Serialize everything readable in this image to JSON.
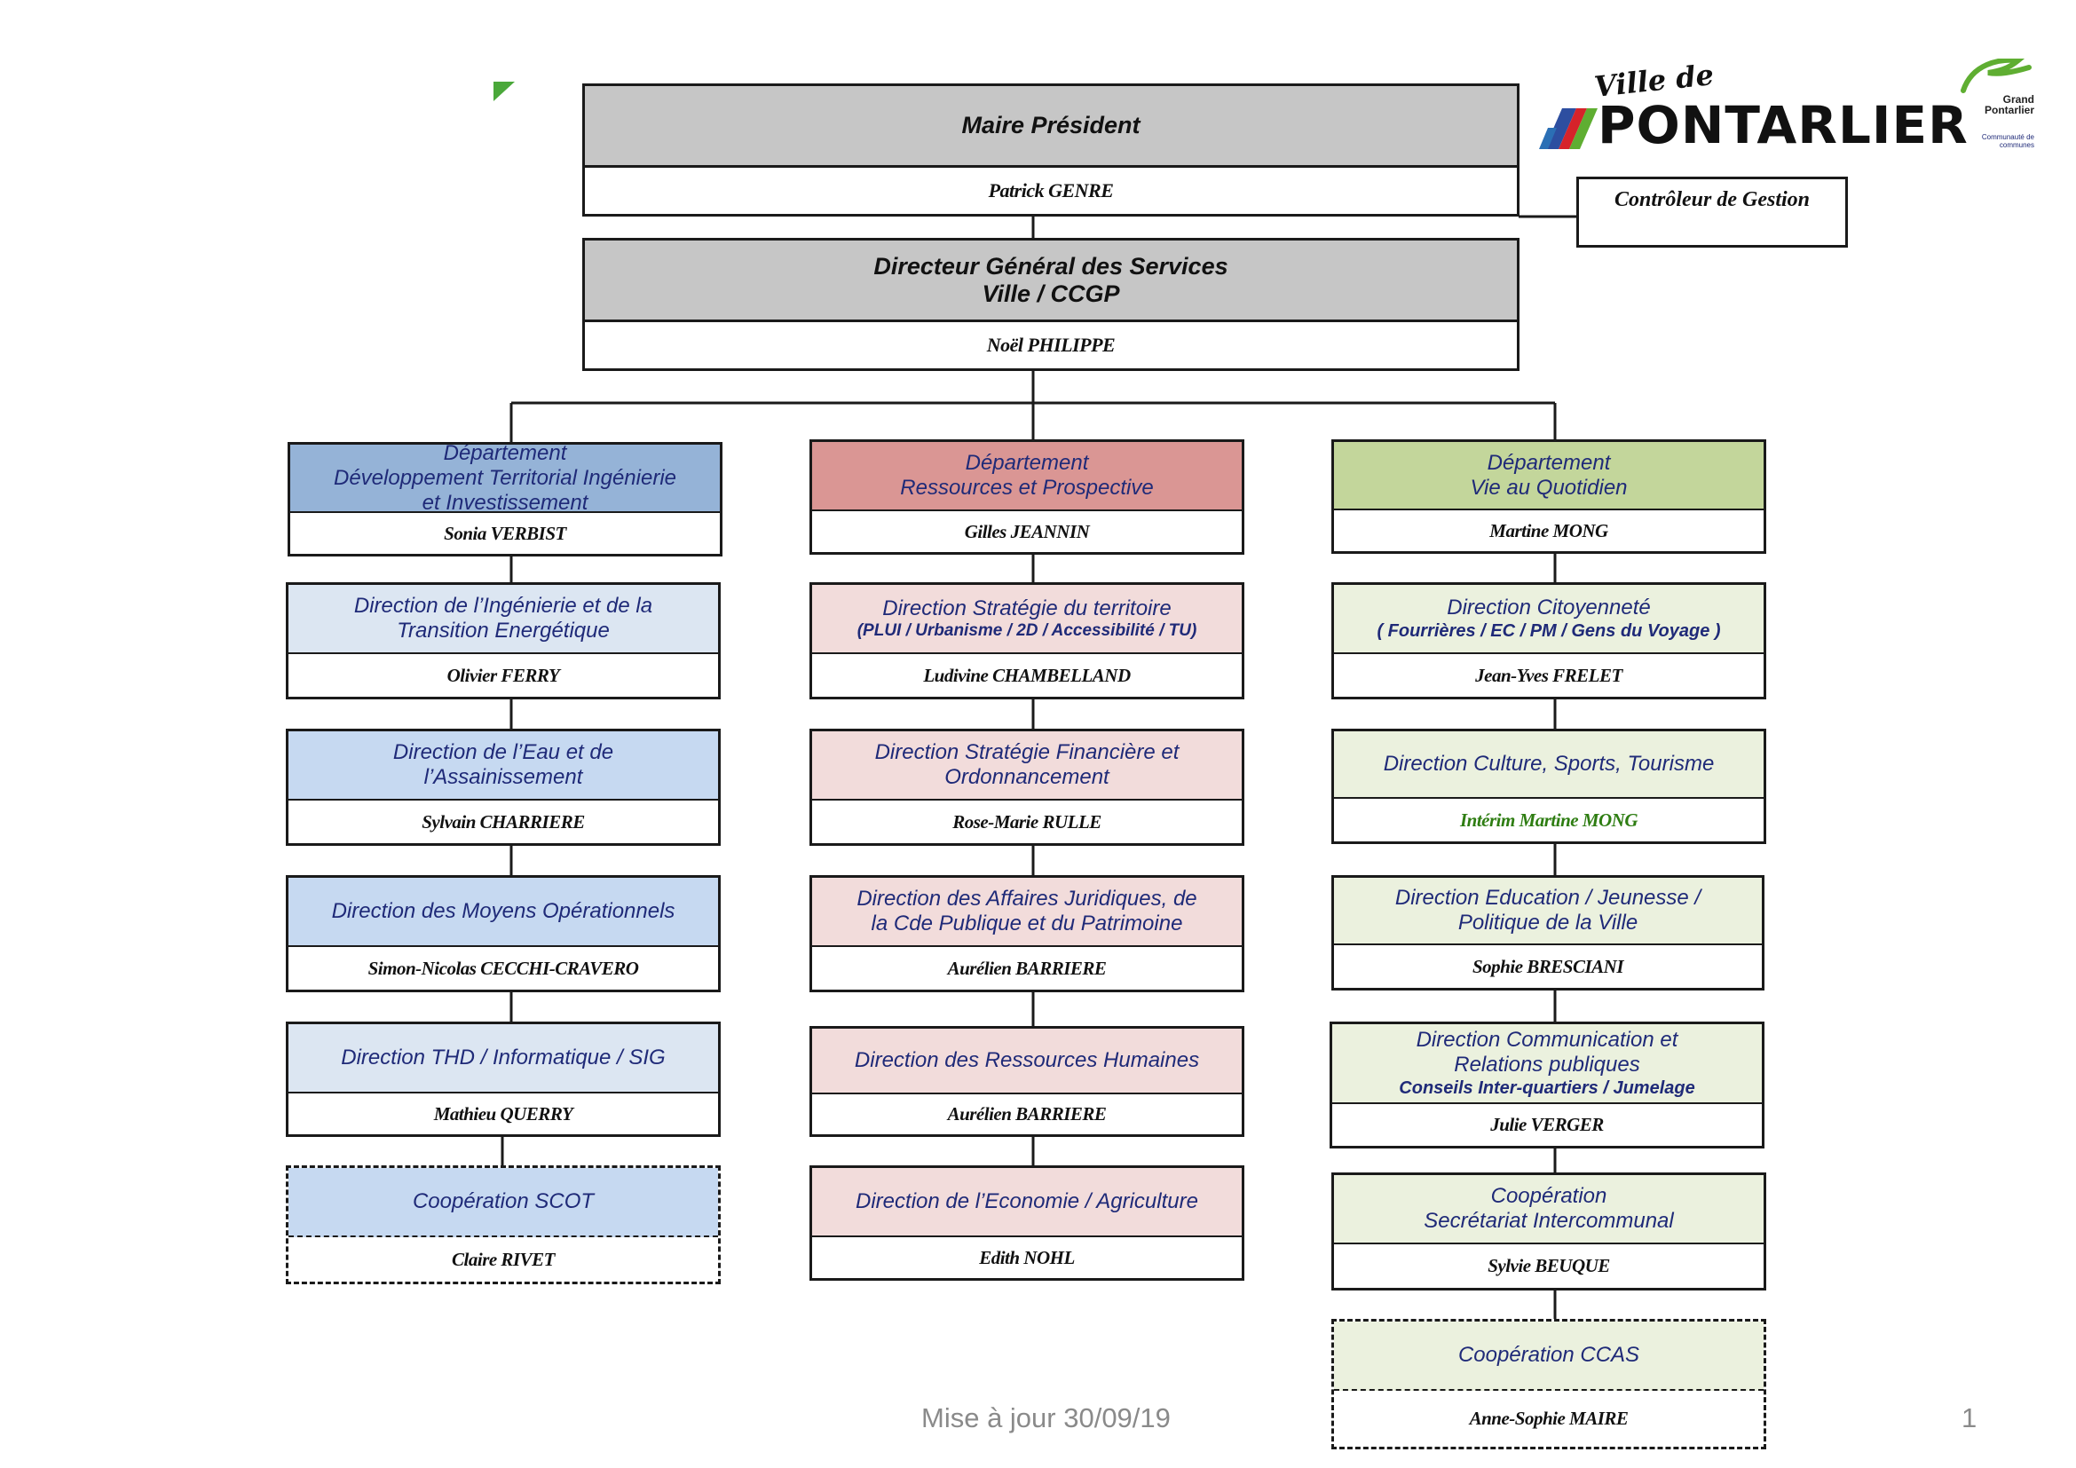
{
  "header": {
    "logo": {
      "script_text": "Ville de",
      "main_text": "PONTARLIER",
      "secondary_text": "Grand Pontarlier",
      "secondary_sub": "Communauté de communes",
      "colors": {
        "blue": "#2d4ea0",
        "red": "#d6232a",
        "green": "#5fae32",
        "teal": "#2b6fb5"
      }
    }
  },
  "top": {
    "mayor": {
      "title": "Maire Président",
      "name": "Patrick GENRE"
    },
    "controller": {
      "title": "Contrôleur de Gestion"
    },
    "dgs": {
      "title_lines": [
        "Directeur Général des Services",
        "Ville  / CCGP"
      ],
      "name": "Noël PHILIPPE"
    }
  },
  "columns": [
    {
      "department": {
        "title_lines": [
          "Département",
          "Développement  Territorial Ingénierie",
          "et Investissement"
        ],
        "name": "Sonia VERBIST"
      },
      "units": [
        {
          "title_lines": [
            "Direction de l’Ingénierie et de la",
            "Transition Energétique"
          ],
          "name": "Olivier FERRY"
        },
        {
          "title_lines": [
            "Direction de l’Eau et de",
            "l’Assainissement"
          ],
          "name": "Sylvain CHARRIERE"
        },
        {
          "title_lines": [
            "Direction des Moyens Opérationnels"
          ],
          "name": "Simon-Nicolas CECCHI-CRAVERO"
        },
        {
          "title_lines": [
            "Direction THD / Informatique / SIG"
          ],
          "name": "Mathieu QUERRY"
        },
        {
          "title_lines": [
            "Coopération SCOT"
          ],
          "name": "Claire RIVET"
        }
      ]
    },
    {
      "department": {
        "title_lines": [
          "Département",
          "Ressources et Prospective"
        ],
        "name": "Gilles JEANNIN"
      },
      "units": [
        {
          "title_lines": [
            "Direction Stratégie du territoire"
          ],
          "sub": "(PLUI / Urbanisme / 2D / Accessibilité / TU)",
          "name": "Ludivine CHAMBELLAND"
        },
        {
          "title_lines": [
            "Direction Stratégie Financière et",
            "Ordonnancement"
          ],
          "name": "Rose-Marie RULLE"
        },
        {
          "title_lines": [
            "Direction des Affaires Juridiques, de",
            "la Cde Publique et du Patrimoine"
          ],
          "name": "Aurélien BARRIERE"
        },
        {
          "title_lines": [
            "Direction des Ressources Humaines"
          ],
          "name": "Aurélien BARRIERE"
        },
        {
          "title_lines": [
            "Direction de l’Economie / Agriculture"
          ],
          "name": "Edith NOHL"
        }
      ]
    },
    {
      "department": {
        "title_lines": [
          "Département",
          "Vie au Quotidien"
        ],
        "name": "Martine MONG"
      },
      "units": [
        {
          "title_lines": [
            "Direction Citoyenneté"
          ],
          "sub": "( Fourrières / EC / PM / Gens du Voyage )",
          "name": "Jean-Yves FRELET"
        },
        {
          "title_lines": [
            "Direction Culture, Sports, Tourisme"
          ],
          "name": "Intérim Martine MONG"
        },
        {
          "title_lines": [
            "Direction Education  / Jeunesse /",
            "Politique de la Ville"
          ],
          "name": "Sophie BRESCIANI"
        },
        {
          "title_lines": [
            "Direction Communication et",
            "Relations publiques"
          ],
          "sub": "Conseils Inter-quartiers / Jumelage",
          "name": "Julie VERGER"
        },
        {
          "title_lines": [
            "Coopération",
            "Secrétariat Intercommunal"
          ],
          "name": "Sylvie BEUQUE"
        },
        {
          "title_lines": [
            "Coopération CCAS"
          ],
          "name": "Anne-Sophie MAIRE"
        }
      ]
    }
  ],
  "footer": {
    "update": "Mise à jour 30/09/19",
    "page": "1"
  }
}
